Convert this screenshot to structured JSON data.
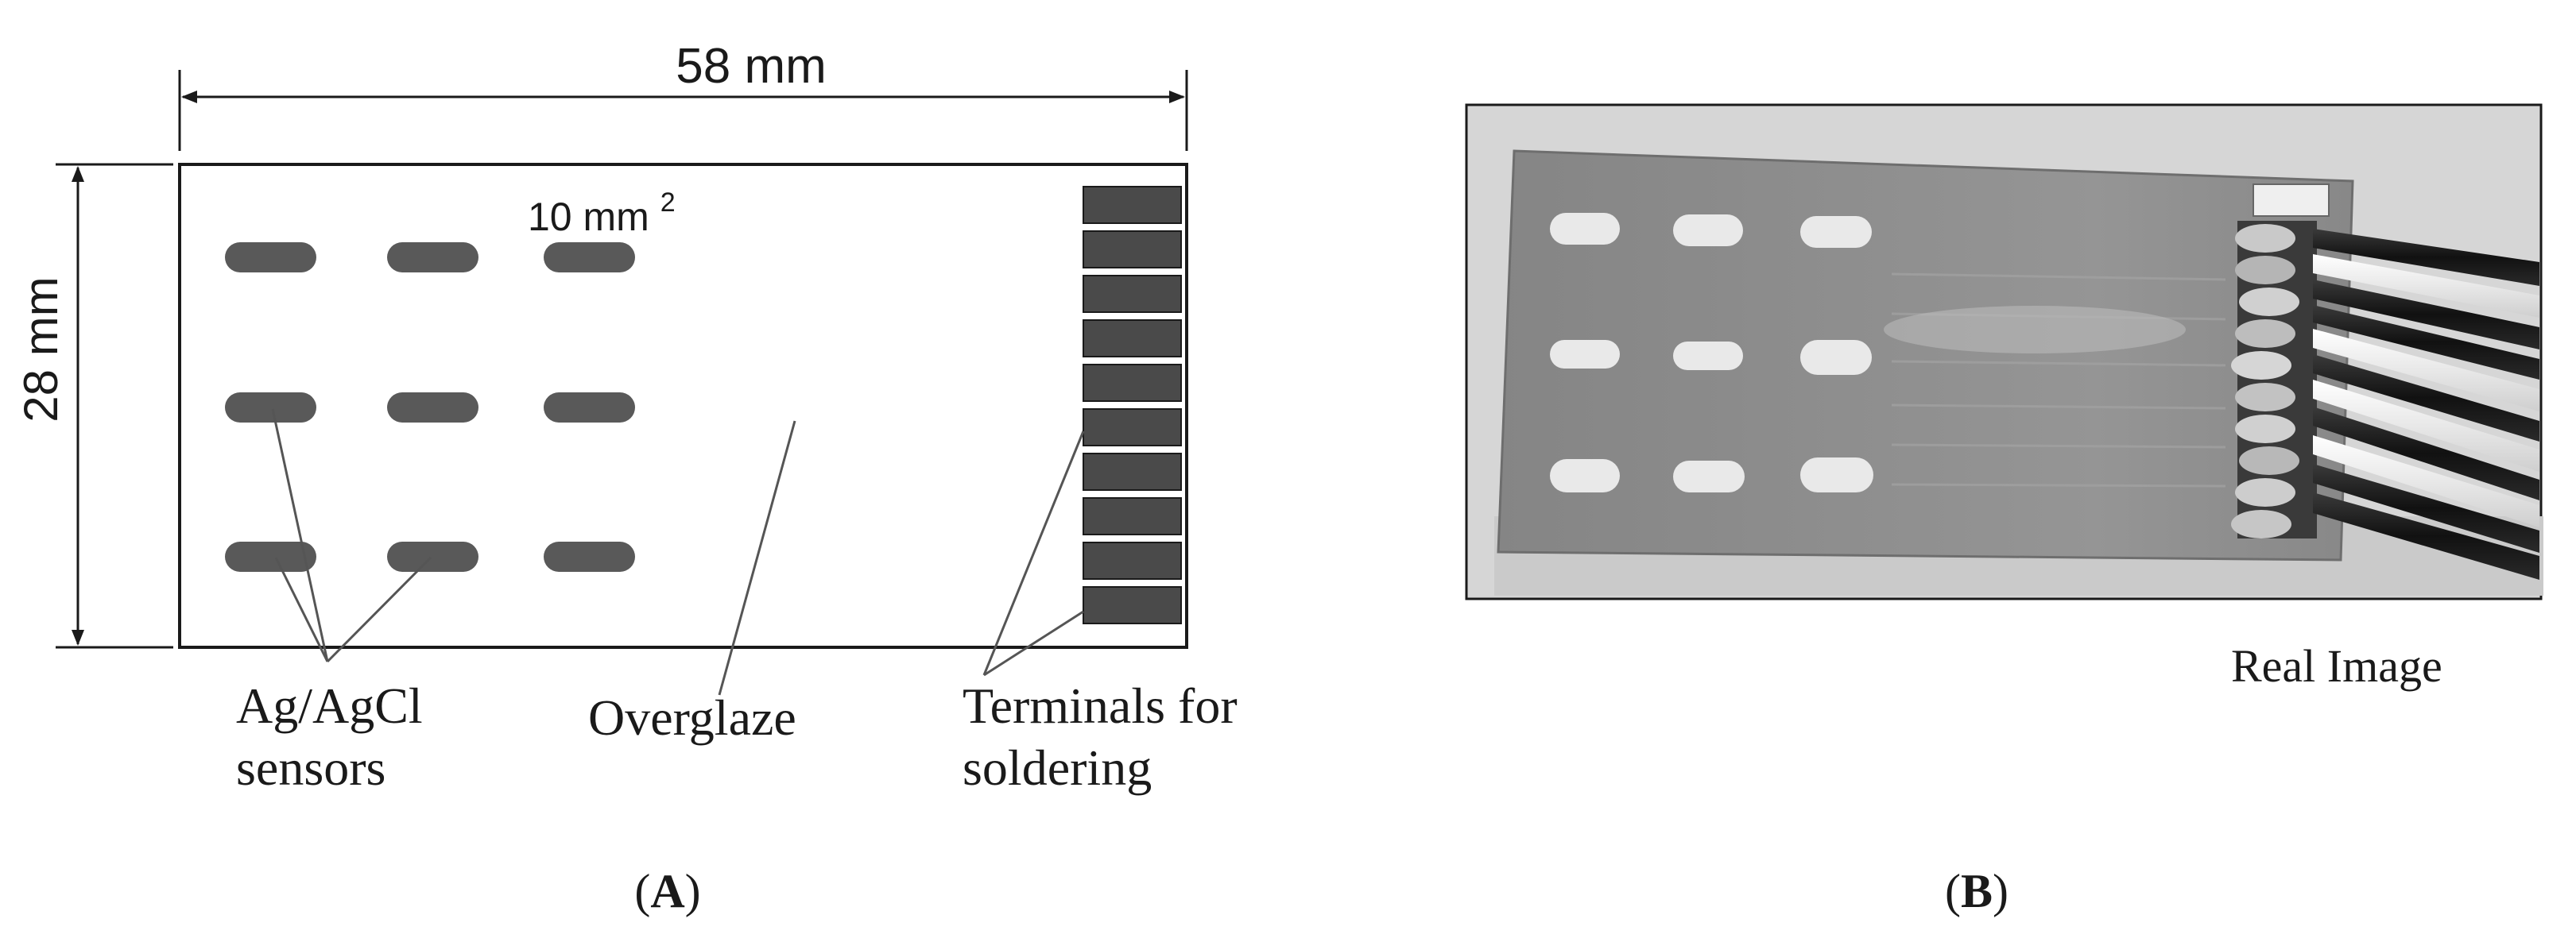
{
  "panel_a": {
    "width_label": "58 mm",
    "height_label": "28 mm",
    "area_label_base": "10 mm",
    "area_label_exp": "2",
    "sensor_label_line1": "Ag/AgCl",
    "sensor_label_line2": "sensors",
    "overglaze_label": "Overglaze",
    "terminals_label_line1": "Terminals for",
    "terminals_label_line2": "soldering",
    "caption_open": "(",
    "caption_letter": "A",
    "caption_close": ")"
  },
  "panel_b": {
    "real_image_label": "Real Image",
    "caption_open": "(",
    "caption_letter": "B",
    "caption_close": ")"
  },
  "colors": {
    "line": "#1a1a1a",
    "sensor_fill": "#595959",
    "terminal_fill": "#4a4a4a",
    "photo_frame": "#d6d6d6",
    "board": "#8a8a8a",
    "board_edge": "#6e6e6e",
    "pad": "#e9e9e9"
  },
  "icons": {
    "dimension_arrow": "double-headed-arrow"
  }
}
